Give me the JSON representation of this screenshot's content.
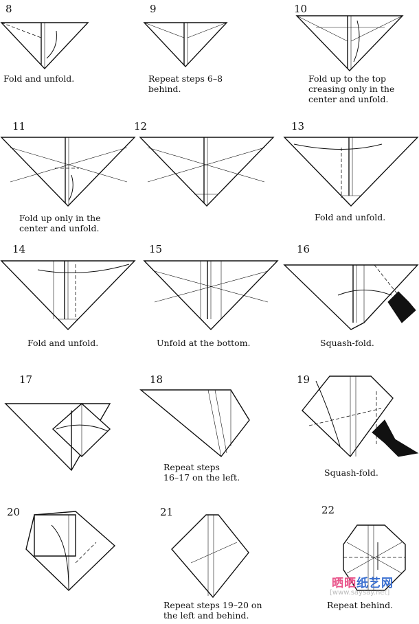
{
  "steps": [
    {
      "number": "8",
      "caption": "Fold and unfold."
    },
    {
      "number": "9",
      "caption": "Repeat steps 6–8\nbehind."
    },
    {
      "number": "10",
      "caption": "Fold up to the top\ncreasing only in the\ncenter and unfold."
    },
    {
      "number": "11",
      "caption": "Fold up only in the\ncenter and unfold."
    },
    {
      "number": "12",
      "caption": ""
    },
    {
      "number": "13",
      "caption": "Fold and unfold."
    },
    {
      "number": "14",
      "caption": "Fold and unfold."
    },
    {
      "number": "15",
      "caption": "Unfold at the bottom."
    },
    {
      "number": "16",
      "caption": "Squash-fold."
    },
    {
      "number": "17",
      "caption": ""
    },
    {
      "number": "18",
      "caption": "Repeat steps\n16–17 on the left."
    },
    {
      "number": "19",
      "caption": "Squash-fold."
    },
    {
      "number": "20",
      "caption": ""
    },
    {
      "number": "21",
      "caption": "Repeat steps 19–20 on\nthe left and behind."
    },
    {
      "number": "22",
      "caption": "Repeat behind."
    }
  ],
  "watermark": {
    "part1": "晒晒",
    "part2": "纸艺网",
    "url": "[www.saysay.net]"
  }
}
